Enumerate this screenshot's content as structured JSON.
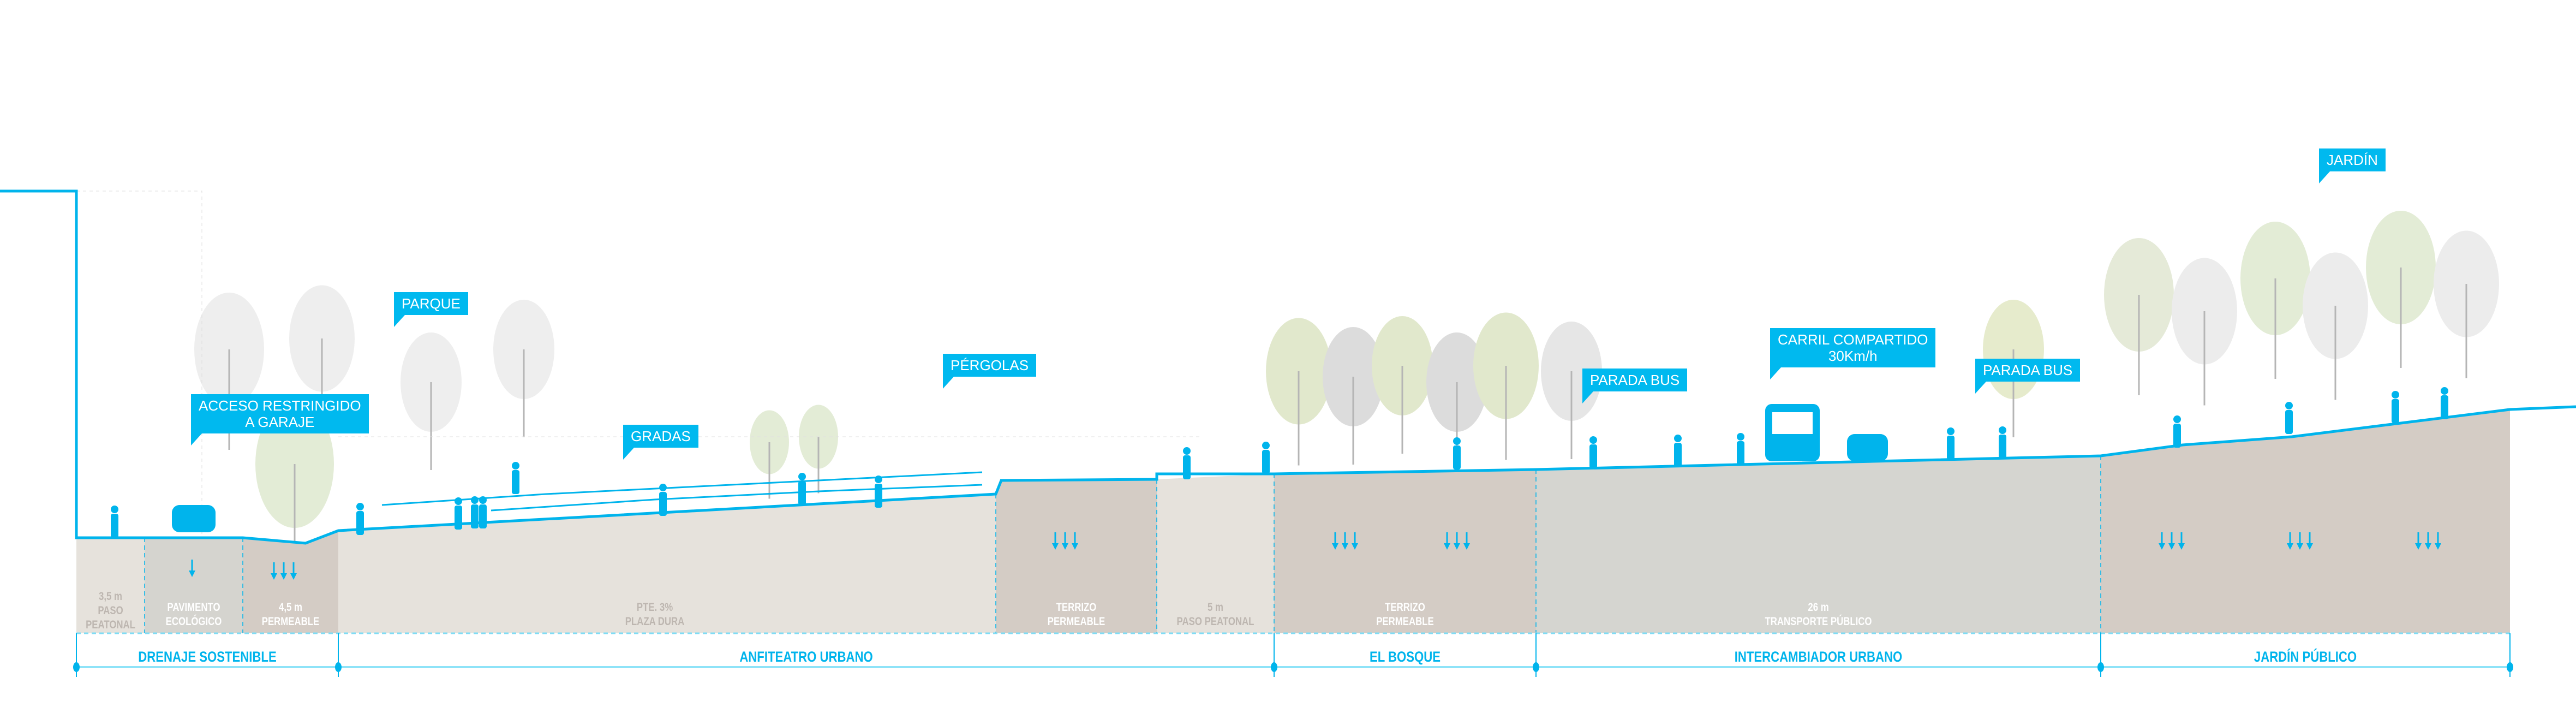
{
  "colors": {
    "accent": "#00b9ef",
    "light_ground": "#e6e2dc",
    "pavement": "#d5d4cf",
    "permeable": "#d4ccc5",
    "transport": "#d5d5d0"
  },
  "callouts": {
    "parque": "PARQUE",
    "acceso_line1": "ACCESO RESTRINGIDO",
    "acceso_line2": "A GARAJE",
    "gradas": "GRADAS",
    "pergolas": "PÉRGOLAS",
    "parada_bus_1": "PARADA BUS",
    "carril_line1": "CARRIL COMPARTIDO",
    "carril_line2": "30Km/h",
    "parada_bus_2": "PARADA BUS",
    "jardin": "JARDÍN"
  },
  "zones": [
    {
      "line1": "3,5 m",
      "line2": "PASO",
      "line3": "PEATONAL"
    },
    {
      "line1": "PAVIMENTO",
      "line2": "ECOLÓGICO"
    },
    {
      "line1": "4,5 m",
      "line2": "PERMEABLE"
    },
    {
      "line1": "PTE. 3%",
      "line2": "PLAZA DURA"
    },
    {
      "line1": "TERRIZO",
      "line2": "PERMEABLE"
    },
    {
      "line1": "5 m",
      "line2": "PASO PEATONAL"
    },
    {
      "line1": "TERRIZO",
      "line2": "PERMEABLE"
    },
    {
      "line1": "26 m",
      "line2": "TRANSPORTE PÚBLICO"
    }
  ],
  "sections": [
    "DRENAJE SOSTENIBLE",
    "ANFITEATRO URBANO",
    "EL BOSQUE",
    "INTERCAMBIADOR URBANO",
    "JARDÍN PÚBLICO"
  ]
}
